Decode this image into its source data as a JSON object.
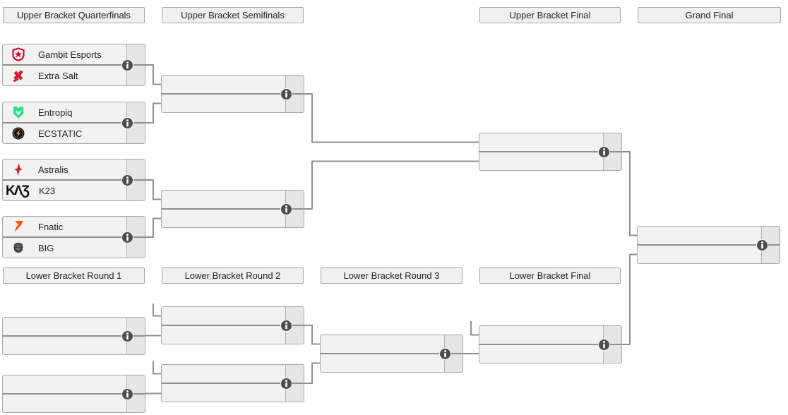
{
  "headers": {
    "ub_quarterfinals": "Upper Bracket Quarterfinals",
    "ub_semifinals": "Upper Bracket Semifinals",
    "ub_final": "Upper Bracket Final",
    "grand_final": "Grand Final",
    "lb_round1": "Lower Bracket Round 1",
    "lb_round2": "Lower Bracket Round 2",
    "lb_round3": "Lower Bracket Round 3",
    "lb_final": "Lower Bracket Final"
  },
  "upper_quarterfinals": [
    {
      "top": {
        "name": "Gambit Esports",
        "icon": "gambit-esports-logo",
        "brand_color": "#cf0a2c"
      },
      "bottom": {
        "name": "Extra Salt",
        "icon": "extra-salt-logo",
        "brand_color": "#d01b2d"
      },
      "score_top": "",
      "score_bottom": ""
    },
    {
      "top": {
        "name": "Entropiq",
        "icon": "entropiq-logo",
        "brand_color": "#2be08a"
      },
      "bottom": {
        "name": "ECSTATIC",
        "icon": "ecstatic-logo",
        "brand_color": "#15120b"
      },
      "score_top": "",
      "score_bottom": ""
    },
    {
      "top": {
        "name": "Astralis",
        "icon": "astralis-logo",
        "brand_color": "#d6182e"
      },
      "bottom": {
        "name": "K23",
        "icon": "k23-logo",
        "brand_color": "#101010"
      },
      "score_top": "",
      "score_bottom": ""
    },
    {
      "top": {
        "name": "Fnatic",
        "icon": "fnatic-logo",
        "brand_color": "#ff5800"
      },
      "bottom": {
        "name": "BIG",
        "icon": "big-logo",
        "brand_color": "#4a4a4a"
      },
      "score_top": "",
      "score_bottom": ""
    }
  ],
  "empty_slots": {
    "upper_semifinals": 2,
    "upper_final": 1,
    "grand_final": 1,
    "lower_round1": 2,
    "lower_round2": 2,
    "lower_round3": 1,
    "lower_final": 1
  },
  "info_icon": {
    "name": "match-info-icon",
    "glyph": "i"
  },
  "colors": {
    "match_bg": "#f2f2f2",
    "score_bg": "#e6e6e6",
    "box_border": "#a7a7a7",
    "connector": "#8f8f8f",
    "header_bg": "#f0f0f0",
    "info_icon_bg": "#4d4d4d",
    "text": "#202122"
  }
}
